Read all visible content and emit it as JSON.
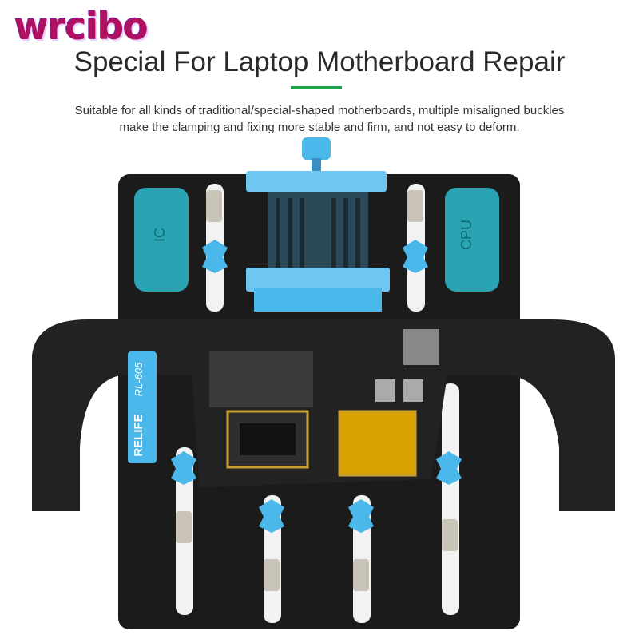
{
  "brand": {
    "logo_text": "wrcibo"
  },
  "header": {
    "title": "Special For Laptop Motherboard Repair",
    "description_line1": "Suitable for all kinds of traditional/special-shaped motherboards, multiple misaligned buckles",
    "description_line2": "make the clamping and fixing more stable and firm, and not easy to deform."
  },
  "fixture": {
    "pad_left_label": "IC",
    "pad_right_label": "CPU",
    "model_label": "RL-605",
    "brand_label": "RELIFE"
  },
  "colors": {
    "accent_bar": "#1aa348",
    "base_plate": "#1b1b1b",
    "pad_teal": "#2aa3b2",
    "clip_blue": "#4ab8ea",
    "pcb_dark": "#222"
  }
}
